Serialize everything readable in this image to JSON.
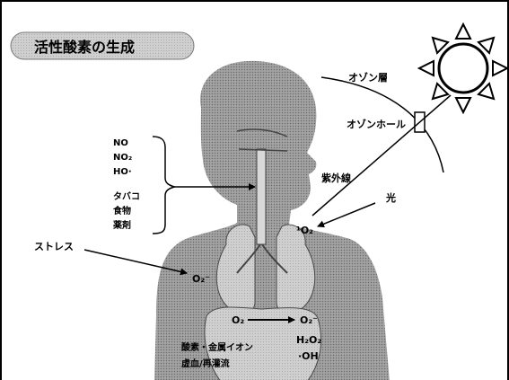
{
  "title": "活性酸素の生成",
  "labels": {
    "ozone_layer": "オゾン層",
    "ozone_hole": "オゾンホール",
    "uv": "紫外線",
    "light": "光",
    "stress": "ストレス",
    "pollutants": [
      "NO",
      "NO₂",
      "HO·"
    ],
    "lifestyle": [
      "タバコ",
      "食物",
      "薬剤"
    ],
    "singlet_oxygen": "¹O₂",
    "superoxide_lung": "O₂⁻",
    "o2_start": "O₂",
    "superoxide_end": "O₂⁻",
    "h2o2": "H₂O₂",
    "hydroxyl": "·OH",
    "causes_line1": "酸素・金属イオン",
    "causes_line2": "虚血/再灌流"
  },
  "colors": {
    "accent_border": "#000000",
    "body_silhouette": "#8a8a8a",
    "organ_fill": "#c4c4c4",
    "title_pill": "#bfbfbf"
  },
  "icons": {
    "sun": "sun-icon",
    "arrow": "arrow-icon"
  }
}
